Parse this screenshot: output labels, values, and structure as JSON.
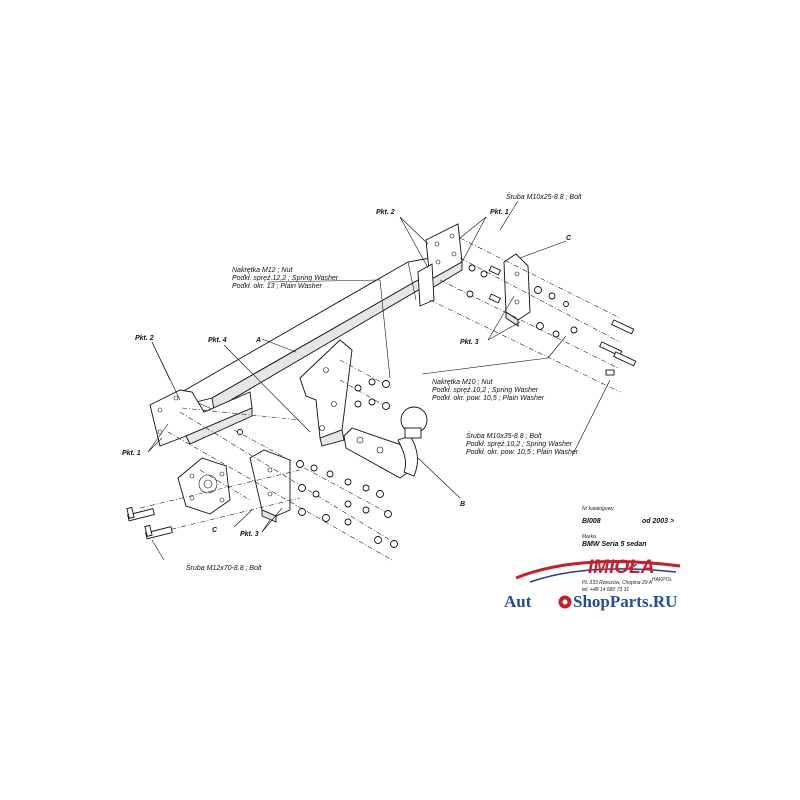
{
  "labels": {
    "pkt1": "Pkt. 1",
    "pkt2": "Pkt. 2",
    "pkt3": "Pkt. 3",
    "pkt4": "Pkt. 4",
    "a": "A",
    "b": "B",
    "c": "C",
    "bolt_m10x25": "Śruba M10x25-8.8 ; Bolt",
    "nut_m12": "Nakrętka M12 ; Nut",
    "spring_washer_12": "Podkł. spręż.12,2 ; Spring Washer",
    "plain_washer_13": "Podkł. okr. 13 ; Plain Washer",
    "nut_m10": "Nakrętka M10 ; Nut",
    "spring_washer_10": "Podkł. spręż.10,2 ; Spring Washer",
    "plain_washer_10": "Podkł. okr. pow. 10,5 ; Plain Washer",
    "bolt_m10x35": "Śruba M10x35-8.8 ; Bolt",
    "bolt_m12x70": "Śruba M12x70-8.8 ; Bolt"
  },
  "title_block": {
    "catalog_caption": "Nr katalogowy",
    "catalog_number": "BI008",
    "years": "od 2003 >",
    "make_caption": "Marka",
    "model": "BMW Seria 5 sedan",
    "address": "PL 333 Rzeszów, Chopina 29 A",
    "phone": "tel. +48 14 680 73 31"
  },
  "logo": {
    "name": "IMIOŁA",
    "sub": "HAKPOL"
  },
  "watermark": {
    "part1": "Aut",
    "part2": "ShopParts.RU"
  },
  "colors": {
    "logo_red": "#c8202a",
    "logo_blue": "#1f3f8f",
    "watermark_blue": "#1f4e9e"
  }
}
